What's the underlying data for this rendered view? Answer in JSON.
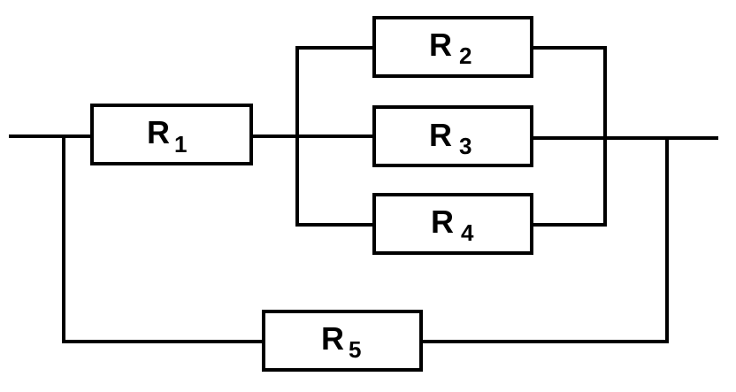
{
  "diagram": {
    "type": "circuit",
    "colors": {
      "stroke": "#000000",
      "background": "#ffffff"
    },
    "resistors": [
      {
        "id": "r1",
        "letter": "R",
        "subscript": "1"
      },
      {
        "id": "r2",
        "letter": "R",
        "subscript": "2"
      },
      {
        "id": "r3",
        "letter": "R",
        "subscript": "3"
      },
      {
        "id": "r4",
        "letter": "R",
        "subscript": "4"
      },
      {
        "id": "r5",
        "letter": "R",
        "subscript": "5"
      }
    ]
  }
}
